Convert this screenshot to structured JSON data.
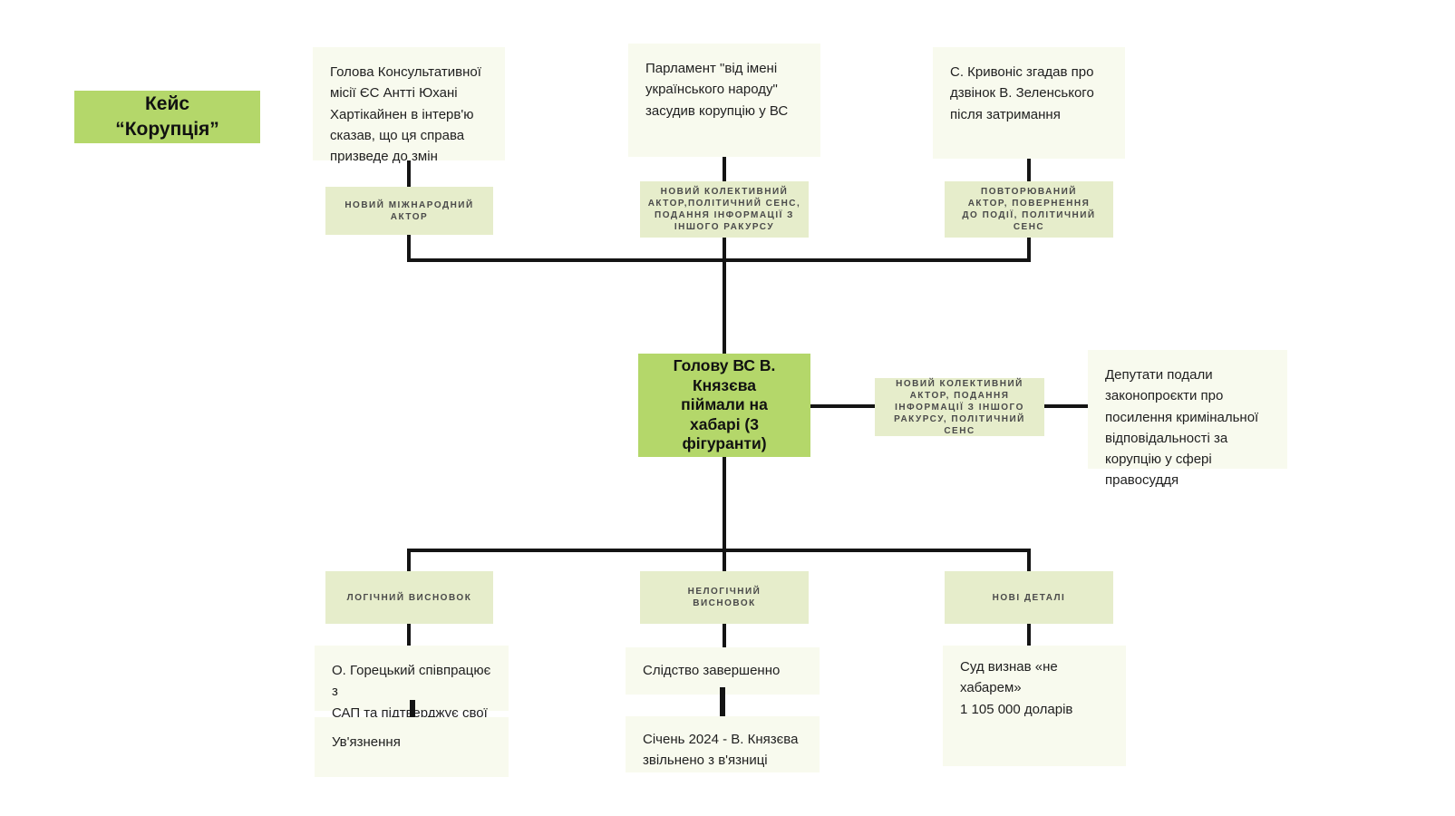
{
  "title": "Кейс\n“Корупція”",
  "colors": {
    "accent": "#b4d76a",
    "tag_bg": "#e6edcb",
    "card_bg": "#f8faee",
    "connector": "#141414"
  },
  "top_branches": [
    {
      "card": "Голова Консультативної\nмісії ЄС Антті Юхані\nХартікайнен в інтерв'ю\nсказав, що ця справа\nпризведе до змін",
      "tag": "НОВИЙ МІЖНАРОДНИЙ\nАКТОР"
    },
    {
      "card": "Парламент \"від імені\nукраїнського народу\"\nзасудив корупцію у ВС",
      "tag": "НОВИЙ КОЛЕКТИВНИЙ\nАКТОР,ПОЛІТИЧНИЙ СЕНС,\nПОДАННЯ ІНФОРМАЦІЇ З\nІНШОГО РАКУРСУ"
    },
    {
      "card": "С. Кривоніс згадав про\nдзвінок В. Зеленського\nпісля затримання",
      "tag": "ПОВТОРЮВАНИЙ\nАКТОР, ПОВЕРНЕННЯ\nДО ПОДІЇ, ПОЛІТИЧНИЙ\nСЕНС"
    }
  ],
  "center_node": "Голову ВС В.\nКнязєва\nпіймали на\nхабарі (3\nфігуранти)",
  "right_branch": {
    "tag": "НОВИЙ КОЛЕКТИВНИЙ\nАКТОР, ПОДАННЯ\nІНФОРМАЦІЇ З ІНШОГО\nРАКУРСУ, ПОЛІТИЧНИЙ\nСЕНС",
    "card": "Депутати подали\nзаконопроєкти про\nпосилення кримінальної\nвідповідальності за\nкорупцію у сфері\nправосуддя"
  },
  "bottom_branches": [
    {
      "tag": "ЛОГІЧНИЙ ВИСНОВОК",
      "cards": [
        "О. Горецький співпрацює з\nСАП та підтверджує свої\nтемні справи",
        "Ув'язнення"
      ]
    },
    {
      "tag": "НЕЛОГІЧНИЙ\nВИСНОВОК",
      "cards": [
        "Слідство завершенно",
        "Січень 2024 - В. Князєва\nзвільнено з в'язниці"
      ]
    },
    {
      "tag": "НОВІ ДЕТАЛІ",
      "cards": [
        "Суд визнав «не хабарем»\n1 105 000 доларів"
      ]
    }
  ]
}
